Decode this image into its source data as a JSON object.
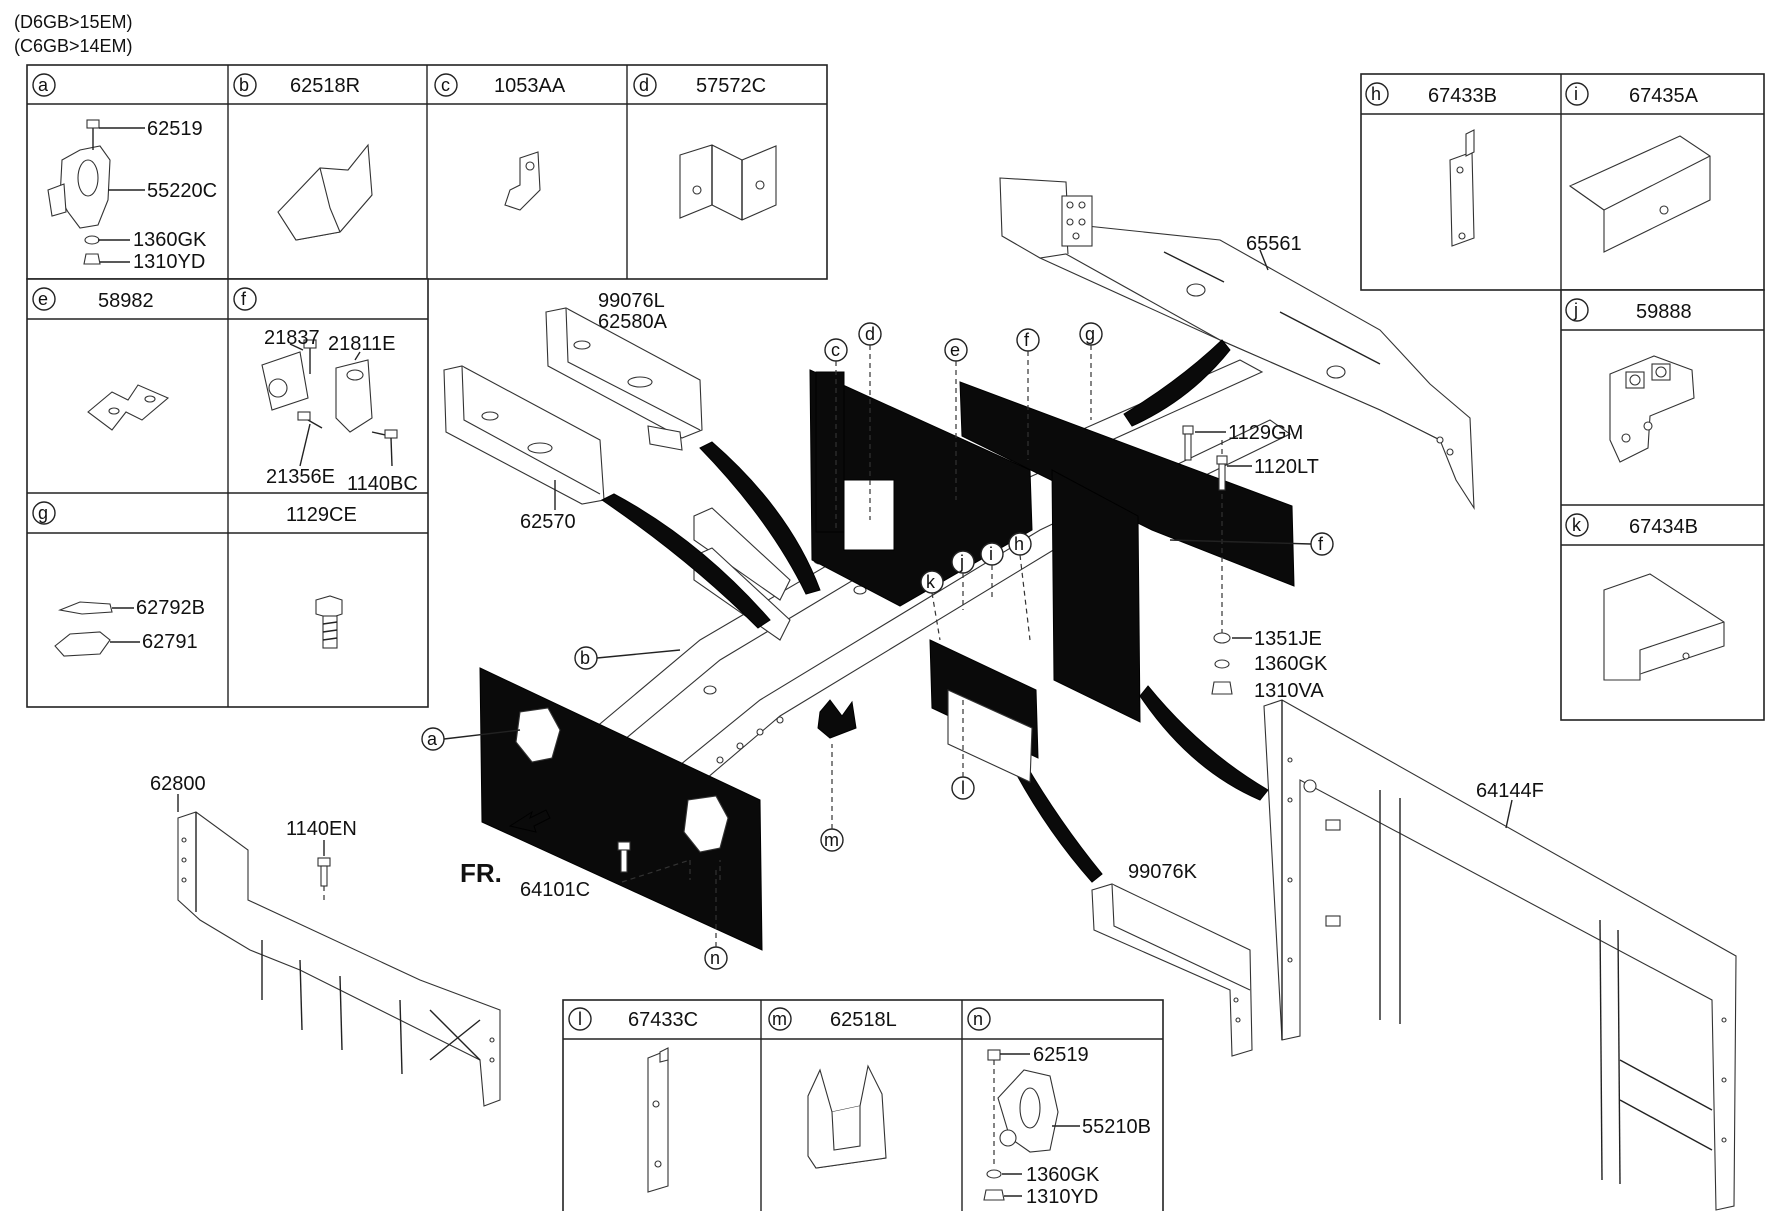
{
  "header": {
    "line1": "(D6GB>15EM)",
    "line2": "(C6GB>14EM)"
  },
  "tables": {
    "left": {
      "cells": [
        {
          "letter": "a",
          "code": ""
        },
        {
          "letter": "b",
          "code": "62518R"
        },
        {
          "letter": "c",
          "code": "1053AA"
        },
        {
          "letter": "d",
          "code": "57572C"
        },
        {
          "letter": "e",
          "code": "58982"
        },
        {
          "letter": "f",
          "code": ""
        },
        {
          "letter": "g",
          "code": "1129CE"
        }
      ],
      "a_parts": [
        "62519",
        "55220C",
        "1360GK",
        "1310YD"
      ],
      "f_parts": [
        "21837",
        "21811E",
        "21356E",
        "1140BC"
      ],
      "g_parts": [
        "62792B",
        "62791"
      ]
    },
    "right": {
      "cells": [
        {
          "letter": "h",
          "code": "67433B"
        },
        {
          "letter": "i",
          "code": "67435A"
        },
        {
          "letter": "j",
          "code": "59888"
        },
        {
          "letter": "k",
          "code": "67434B"
        }
      ]
    },
    "bottom": {
      "cells": [
        {
          "letter": "l",
          "code": "67433C"
        },
        {
          "letter": "m",
          "code": "62518L"
        },
        {
          "letter": "n",
          "code": ""
        }
      ],
      "n_parts": [
        "62519",
        "55210B",
        "1360GK",
        "1310YD"
      ]
    }
  },
  "main_labels": {
    "p65561": "65561",
    "p99076L": "99076L",
    "p62580A": "62580A",
    "p62570": "62570",
    "p1129GM": "1129GM",
    "p1120LT": "1120LT",
    "p1351JE": "1351JE",
    "p1360GK": "1360GK",
    "p1310VA": "1310VA",
    "p62800": "62800",
    "p1140EN": "1140EN",
    "p64101C": "64101C",
    "p99076K": "99076K",
    "p64144F": "64144F",
    "fr": "FR."
  },
  "callouts": {
    "a": "a",
    "b": "b",
    "c": "c",
    "d": "d",
    "e": "e",
    "f": "f",
    "f2": "f",
    "g": "g",
    "h": "h",
    "i": "i",
    "j": "j",
    "k": "k",
    "l": "l",
    "m": "m",
    "n": "n"
  }
}
